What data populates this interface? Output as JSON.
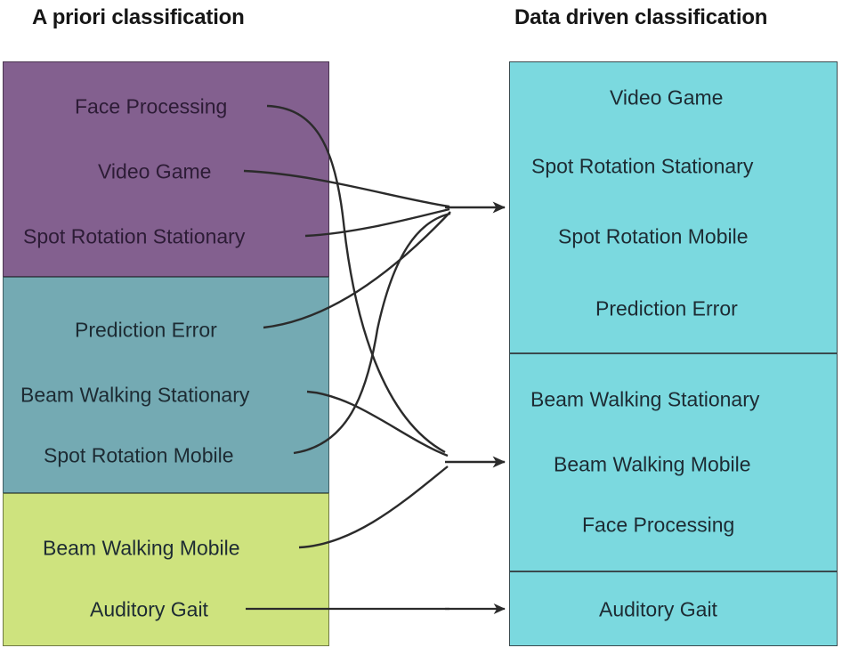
{
  "headers": {
    "left": "A priori classification",
    "right": "Data driven classification"
  },
  "colors": {
    "purple": "#83608F",
    "teal": "#74AAB3",
    "green": "#CEE37E",
    "cyan": "#7BD9DF",
    "border": "#3A4A4E",
    "text": "#1D2B33",
    "arrow": "#2B2B2B",
    "background": "#FFFFFF"
  },
  "left_column": {
    "groups": [
      {
        "id": "apriori-group-1",
        "color": "#83608F",
        "items": [
          "Face Processing",
          "Video Game",
          "Spot Rotation Stationary"
        ]
      },
      {
        "id": "apriori-group-2",
        "color": "#74AAB3",
        "items": [
          "Prediction Error",
          "Beam Walking Stationary",
          "Spot Rotation Mobile"
        ]
      },
      {
        "id": "apriori-group-3",
        "color": "#CEE37E",
        "items": [
          "Beam Walking Mobile",
          "Auditory Gait"
        ]
      }
    ]
  },
  "right_column": {
    "groups": [
      {
        "id": "datadriven-group-1",
        "color": "#7BD9DF",
        "items": [
          "Video Game",
          "Spot Rotation Stationary",
          "Spot Rotation Mobile",
          "Prediction Error"
        ]
      },
      {
        "id": "datadriven-group-2",
        "color": "#7BD9DF",
        "items": [
          "Beam Walking Stationary",
          "Beam Walking Mobile",
          "Face Processing"
        ]
      },
      {
        "id": "datadriven-group-3",
        "color": "#7BD9DF",
        "items": [
          "Auditory Gait"
        ]
      }
    ]
  },
  "links": [
    {
      "from": "Face Processing",
      "to": "datadriven-group-2"
    },
    {
      "from": "Video Game",
      "to": "datadriven-group-1"
    },
    {
      "from": "Spot Rotation Stationary",
      "to": "datadriven-group-1"
    },
    {
      "from": "Prediction Error",
      "to": "datadriven-group-1"
    },
    {
      "from": "Beam Walking Stationary",
      "to": "datadriven-group-2"
    },
    {
      "from": "Spot Rotation Mobile",
      "to": "datadriven-group-1"
    },
    {
      "from": "Beam Walking Mobile",
      "to": "datadriven-group-2"
    },
    {
      "from": "Auditory Gait",
      "to": "datadriven-group-3"
    }
  ]
}
